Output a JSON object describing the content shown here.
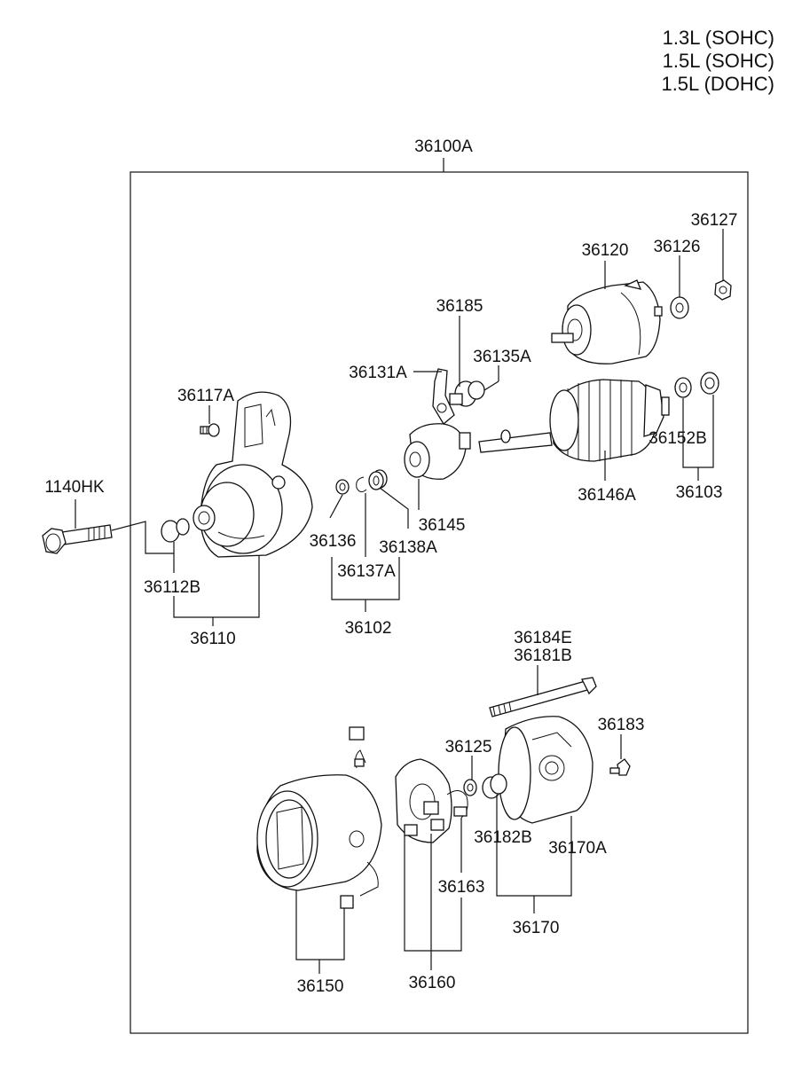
{
  "engine_variants": [
    "1.3L (SOHC)",
    "1.5L (SOHC)",
    "1.5L (DOHC)"
  ],
  "assembly_label": "36100A",
  "part_labels": {
    "p36127": "36127",
    "p36126": "36126",
    "p36120": "36120",
    "p36185": "36185",
    "p36135A": "36135A",
    "p36131A": "36131A",
    "p36117A": "36117A",
    "p36152B": "36152B",
    "p36103": "36103",
    "p36146A": "36146A",
    "p1140HK": "1140HK",
    "p36145": "36145",
    "p36136": "36136",
    "p36138A": "36138A",
    "p36137A": "36137A",
    "p36112B": "36112B",
    "p36102": "36102",
    "p36110": "36110",
    "p36184E": "36184E",
    "p36181B": "36181B",
    "p36183": "36183",
    "p36125": "36125",
    "p36182B": "36182B",
    "p36170A": "36170A",
    "p36163": "36163",
    "p36170": "36170",
    "p36150": "36150",
    "p36160": "36160"
  }
}
